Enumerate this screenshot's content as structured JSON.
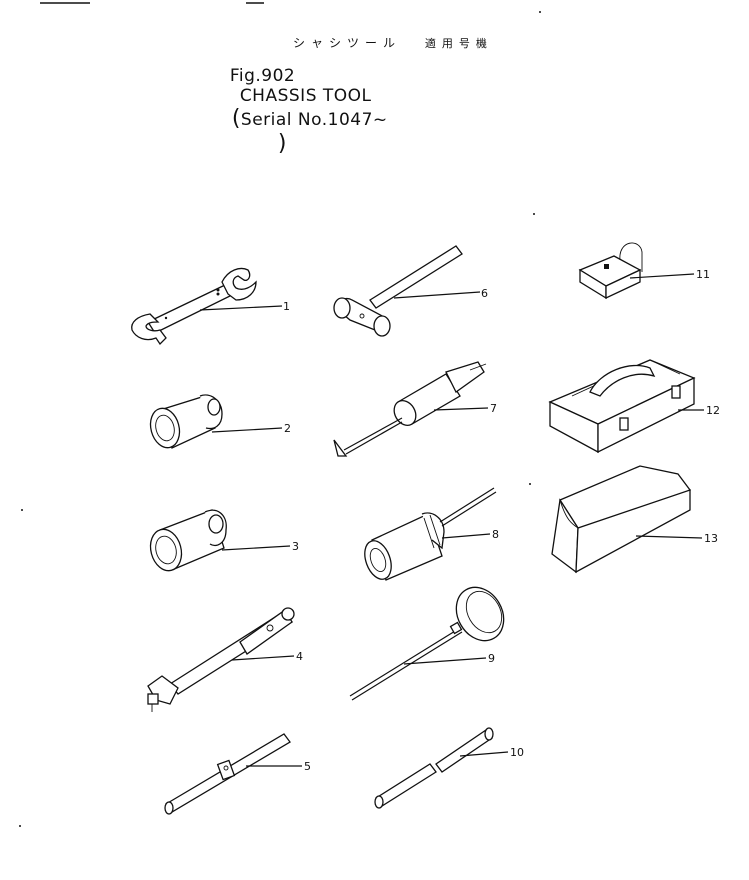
{
  "header": {
    "jp_subtitle": "シャシツール",
    "jp_applicability": "適用号機",
    "fig_label": "Fig.902",
    "title": "CHASSIS TOOL",
    "serial_open": "(",
    "serial_text": "Serial No.1047~",
    "serial_close": ")"
  },
  "callouts": [
    {
      "id": "1",
      "label": "1"
    },
    {
      "id": "2",
      "label": "2"
    },
    {
      "id": "3",
      "label": "3"
    },
    {
      "id": "4",
      "label": "4"
    },
    {
      "id": "5",
      "label": "5"
    },
    {
      "id": "6",
      "label": "6"
    },
    {
      "id": "7",
      "label": "7"
    },
    {
      "id": "8",
      "label": "8"
    },
    {
      "id": "9",
      "label": "9"
    },
    {
      "id": "10",
      "label": "10"
    },
    {
      "id": "11",
      "label": "11"
    },
    {
      "id": "12",
      "label": "12"
    },
    {
      "id": "13",
      "label": "13"
    }
  ]
}
